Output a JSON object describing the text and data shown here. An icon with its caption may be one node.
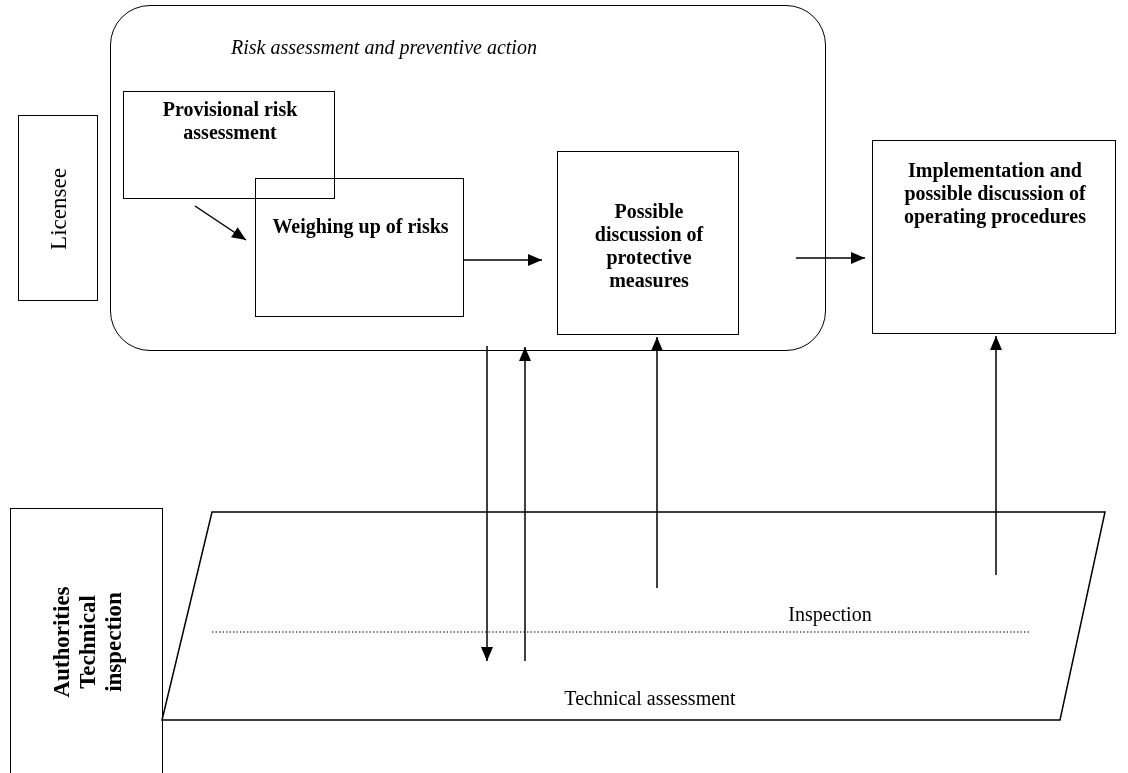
{
  "diagram": {
    "nodes": [
      {
        "text": [
          "Licensee"
        ]
      },
      {
        "text": [
          "Risk assessment and preventive action"
        ]
      },
      {
        "text": [
          "Provisional risk assessment"
        ],
        "in": 1
      },
      {
        "text": [
          "Weighing up of risks"
        ],
        "in": 1
      },
      {
        "text": [
          "Possible discussion of protective measures"
        ],
        "in": 1
      },
      {
        "text": [
          "Implementation and possible discussion of operating procedures"
        ]
      },
      {
        "text": [
          "Authorities Technical inspection"
        ]
      },
      {
        "text": [
          "Inspection",
          "Technical assessment"
        ]
      }
    ],
    "edges": [
      {
        "from": 2,
        "to": 3,
        "arrow": "to"
      },
      {
        "from": 3,
        "to": 4,
        "arrow": "to"
      },
      {
        "from": 4,
        "to": 5,
        "arrow": "to"
      },
      {
        "from": 1,
        "to": 7,
        "arrow": "to"
      },
      {
        "from": 7,
        "to": 1,
        "arrow": "to"
      },
      {
        "from": 7,
        "to": 4,
        "arrow": "to"
      },
      {
        "from": 7,
        "to": 5,
        "arrow": "to"
      }
    ]
  }
}
